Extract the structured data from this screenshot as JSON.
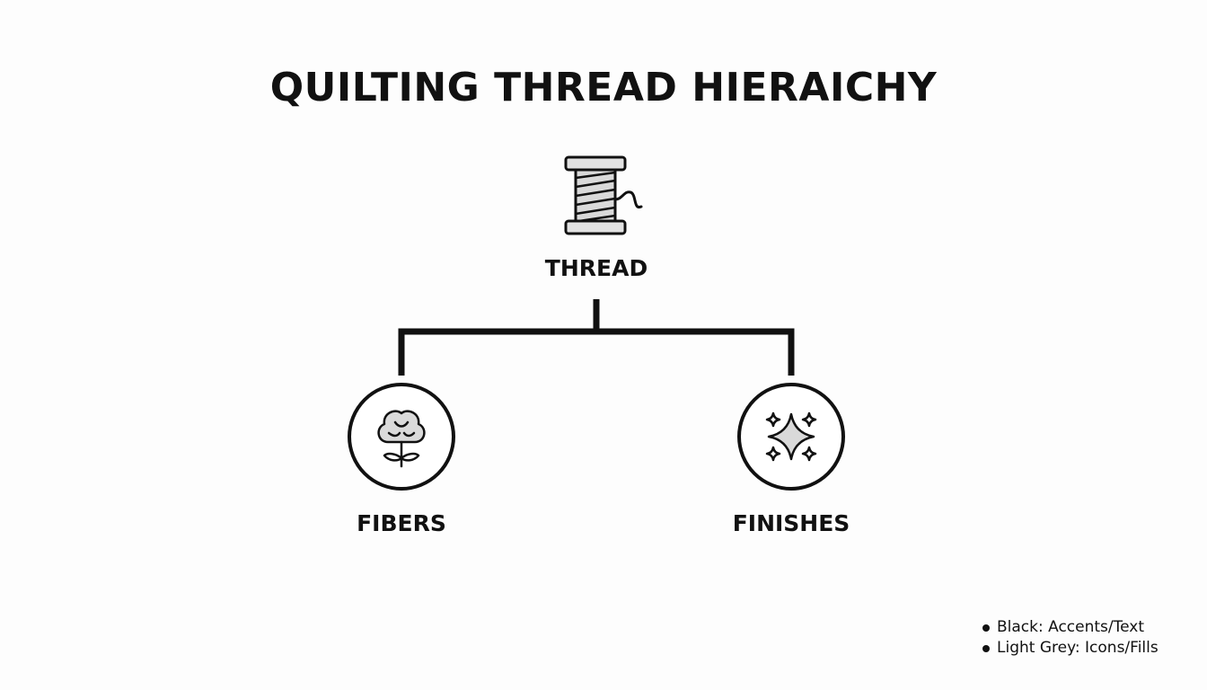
{
  "title": "QUILTING THREAD HIERAICHY",
  "root": {
    "label": "THREAD",
    "icon": "spool-icon"
  },
  "children": [
    {
      "label": "FIBERS",
      "icon": "cotton-flower-icon"
    },
    {
      "label": "FINISHES",
      "icon": "sparkle-icon"
    }
  ],
  "legend": [
    {
      "text": "Black: Accents/Text"
    },
    {
      "text": "Light Grey: Icons/Fills"
    }
  ],
  "colors": {
    "accent": "#111111",
    "fill": "#d9d9d9",
    "background": "#fdfdfd"
  }
}
